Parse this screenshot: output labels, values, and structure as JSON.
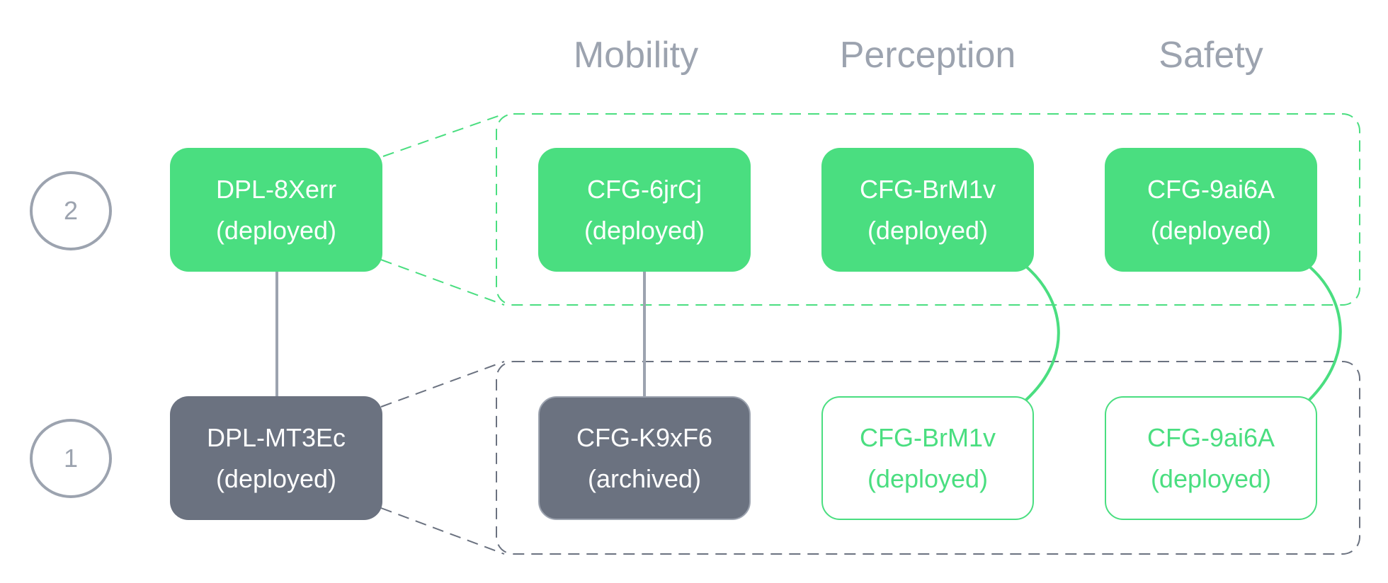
{
  "columns": [
    "Mobility",
    "Perception",
    "Safety"
  ],
  "levels": [
    {
      "number": "2",
      "deployment": {
        "id": "DPL-8Xerr",
        "status": "(deployed)"
      },
      "configs": [
        {
          "column": "Mobility",
          "id": "CFG-6jrCj",
          "status": "(deployed)"
        },
        {
          "column": "Perception",
          "id": "CFG-BrM1v",
          "status": "(deployed)"
        },
        {
          "column": "Safety",
          "id": "CFG-9ai6A",
          "status": "(deployed)"
        }
      ]
    },
    {
      "number": "1",
      "deployment": {
        "id": "DPL-MT3Ec",
        "status": "(deployed)"
      },
      "configs": [
        {
          "column": "Mobility",
          "id": "CFG-K9xF6",
          "status": "(archived)"
        },
        {
          "column": "Perception",
          "id": "CFG-BrM1v",
          "status": "(deployed)"
        },
        {
          "column": "Safety",
          "id": "CFG-9ai6A",
          "status": "(deployed)"
        }
      ]
    }
  ],
  "colors": {
    "active": "#4ADE80",
    "inactive": "#6B7280",
    "muted": "#9CA3AF"
  }
}
